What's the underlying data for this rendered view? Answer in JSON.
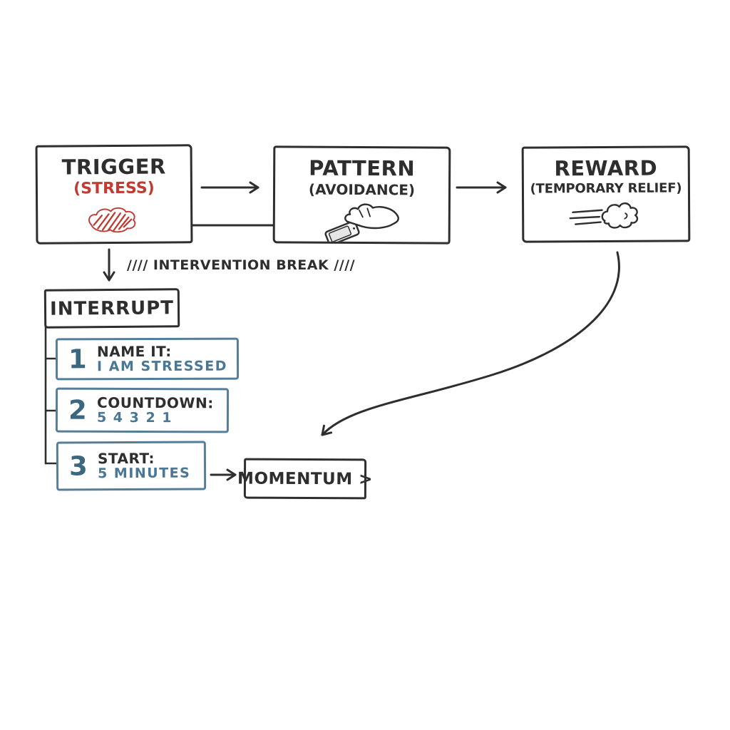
{
  "palette": {
    "ink": "#2e2e2e",
    "red_accent": "#c13b33",
    "blue_text": "#4a7796",
    "blue_number": "#3c6781",
    "blue_border": "#577e99",
    "background": "#ffffff"
  },
  "flow": {
    "trigger": {
      "title": "TRIGGER",
      "subtitle": "(STRESS)",
      "icon": "stress-scribble-icon"
    },
    "pattern": {
      "title": "PATTERN",
      "subtitle": "(AVOIDANCE)",
      "icon": "phone-hand-icon"
    },
    "reward": {
      "title": "REWARD",
      "subtitle": "(TEMPORARY RELIEF)",
      "icon": "sigh-exhale-icon"
    }
  },
  "intervention": {
    "label": "//// INTERVENTION BREAK ////"
  },
  "interrupt": {
    "title": "INTERRUPT",
    "steps": [
      {
        "num": "1",
        "title": "NAME IT:",
        "detail": "I AM STRESSED"
      },
      {
        "num": "2",
        "title": "COUNTDOWN:",
        "detail": "5 4 3 2 1"
      },
      {
        "num": "3",
        "title": "START:",
        "detail": "5 MINUTES"
      }
    ]
  },
  "momentum": {
    "label": "MOMENTUM >"
  }
}
